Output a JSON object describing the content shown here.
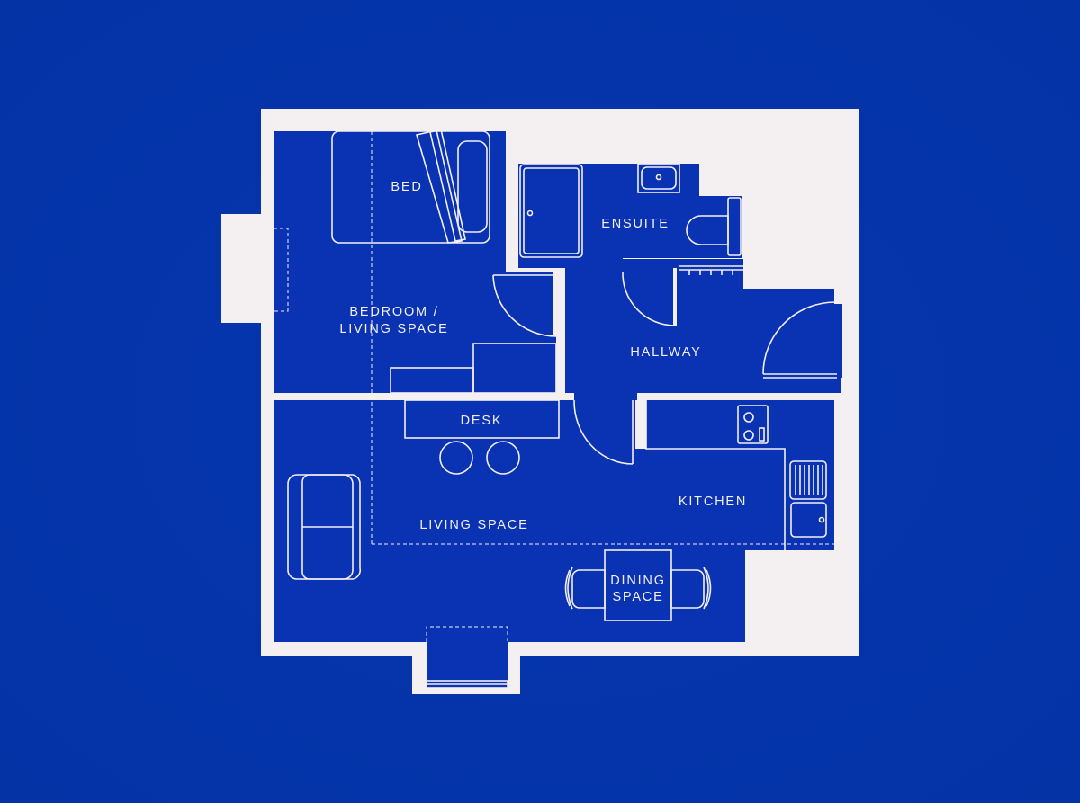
{
  "colors": {
    "background": "#0533a8",
    "room_fill": "#0a33b4",
    "wall": "#f4eff0",
    "line": "#f4eff0"
  },
  "labels": {
    "bed": "BED",
    "ensuite": "ENSUITE",
    "bedroom_line1": "BEDROOM /",
    "bedroom_line2": "LIVING SPACE",
    "hallway": "HALLWAY",
    "desk": "DESK",
    "kitchen": "KITCHEN",
    "living": "LIVING SPACE",
    "dining_line1": "DINING",
    "dining_line2": "SPACE"
  },
  "icons": {
    "bed": "bed-icon",
    "shower": "shower-icon",
    "sink": "sink-icon",
    "toilet": "toilet-icon",
    "radiator": "radiator-icon",
    "doors": "door-swing-icon",
    "hob": "hob-icon",
    "drainer": "drainer-icon",
    "sofa": "sofa-icon",
    "stools": "stool-icon",
    "chairs": "chair-icon",
    "windows": "window-icon"
  }
}
